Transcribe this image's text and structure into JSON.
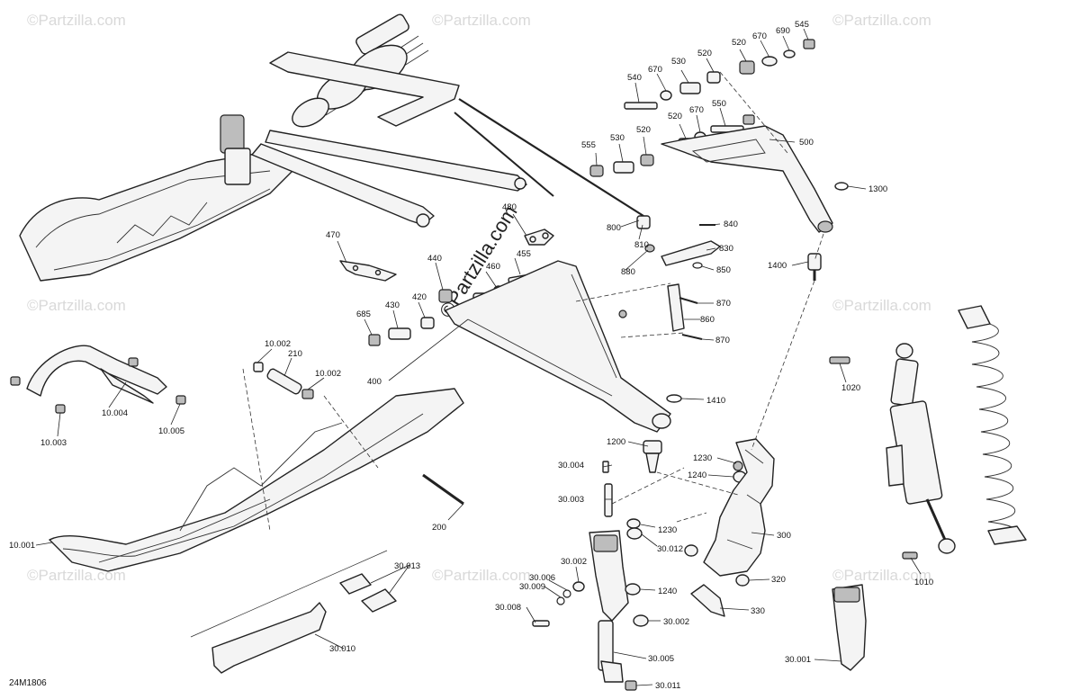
{
  "diagram_code": "24M1806",
  "watermark": "©Partzilla.com",
  "callouts": {
    "c545": "545",
    "c690": "690",
    "c670a": "670",
    "c520a": "520",
    "c530a": "530",
    "c670b": "670",
    "c540": "540",
    "c520b": "520",
    "c520c": "520",
    "c670c": "670",
    "c550": "550",
    "c500": "500",
    "c555": "555",
    "c530b": "530",
    "c520d": "520",
    "c1300": "1300",
    "c480": "480",
    "c840": "840",
    "c830": "830",
    "c850": "850",
    "c800": "800",
    "c810": "810",
    "c880": "880",
    "c470": "470",
    "c440": "440",
    "c455": "455",
    "c460": "460",
    "c420": "420",
    "c430": "430",
    "c685": "685",
    "c1400": "1400",
    "c870a": "870",
    "c860": "860",
    "c870b": "870",
    "c10002a": "10.002",
    "c210": "210",
    "c10002b": "10.002",
    "c400": "400",
    "c1410": "1410",
    "c1020": "1020",
    "c10004": "10.004",
    "c10003": "10.003",
    "c10005": "10.005",
    "c1200": "1200",
    "c1230a": "1230",
    "c1240a": "1240",
    "c30004": "30.004",
    "c30003": "30.003",
    "c1230b": "1230",
    "c30012": "30.012",
    "c300": "300",
    "c200": "200",
    "c10001": "10.001",
    "c30002a": "30.002",
    "c30006": "30.006",
    "c30009": "30.009",
    "c320": "320",
    "c1240b": "1240",
    "c30013": "30.013",
    "c30008": "30.008",
    "c330": "330",
    "c30002b": "30.002",
    "c1010": "1010",
    "c30010": "30.010",
    "c30005": "30.005",
    "c30001": "30.001",
    "c30011": "30.011"
  }
}
